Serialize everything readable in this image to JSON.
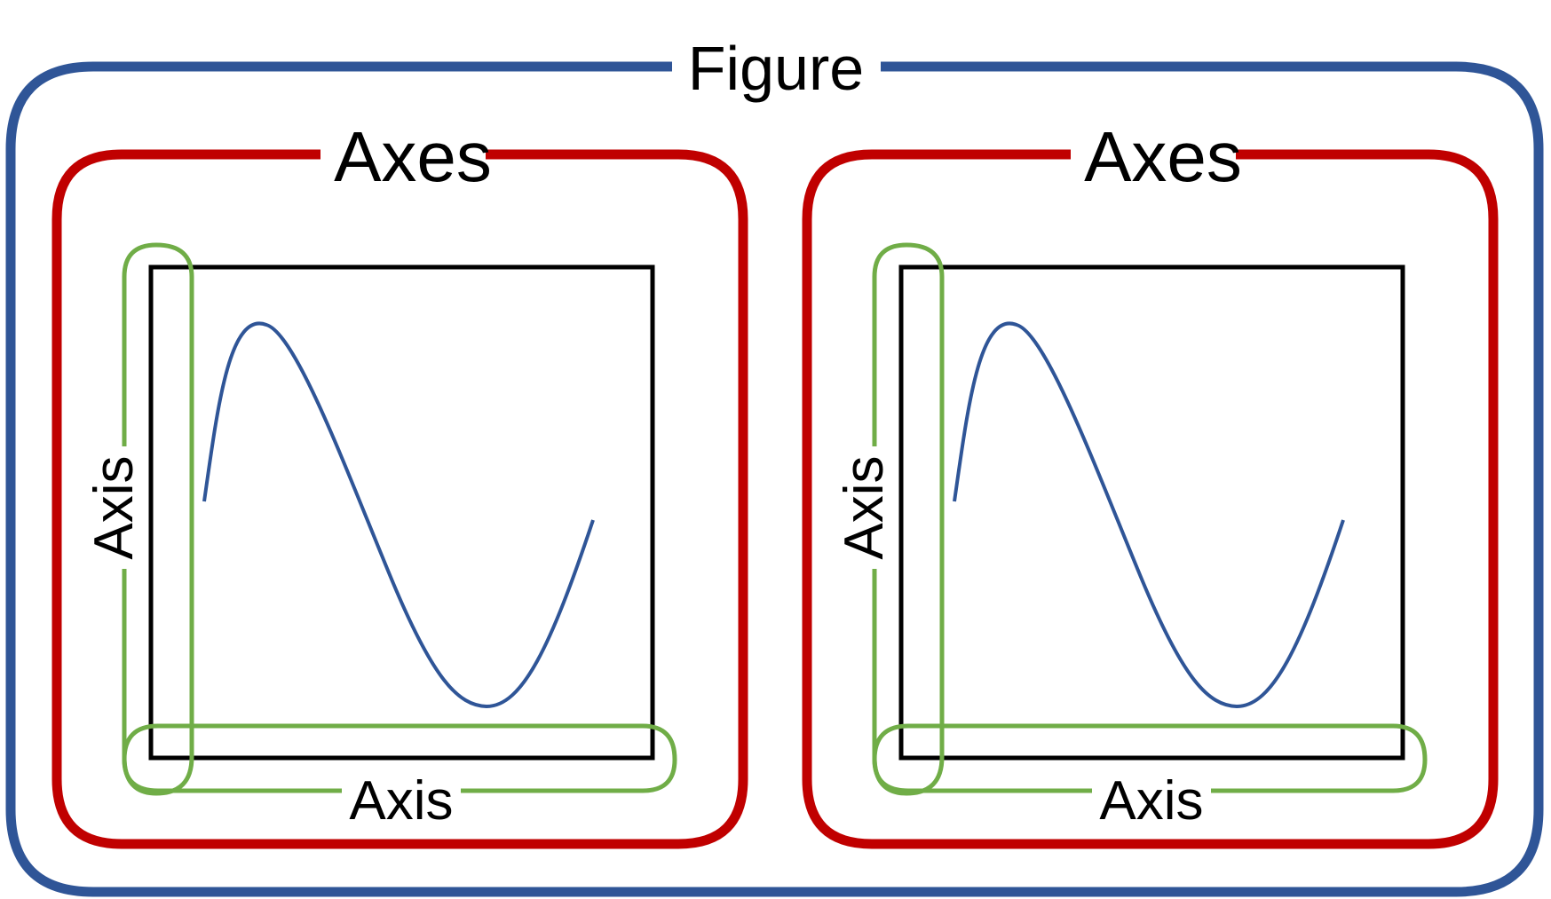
{
  "labels": {
    "figure": "Figure",
    "axes": "Axes",
    "axis": "Axis"
  },
  "colors": {
    "figure_border": "#2f5597",
    "axes_border": "#c00000",
    "axis_outline": "#70ad47",
    "plot_frame": "#000000",
    "curve": "#2f5597",
    "background": "#ffffff"
  },
  "panels": [
    {
      "axes_label": "Axes",
      "y_axis_label": "Axis",
      "x_axis_label": "Axis"
    },
    {
      "axes_label": "Axes",
      "y_axis_label": "Axis",
      "x_axis_label": "Axis"
    }
  ]
}
